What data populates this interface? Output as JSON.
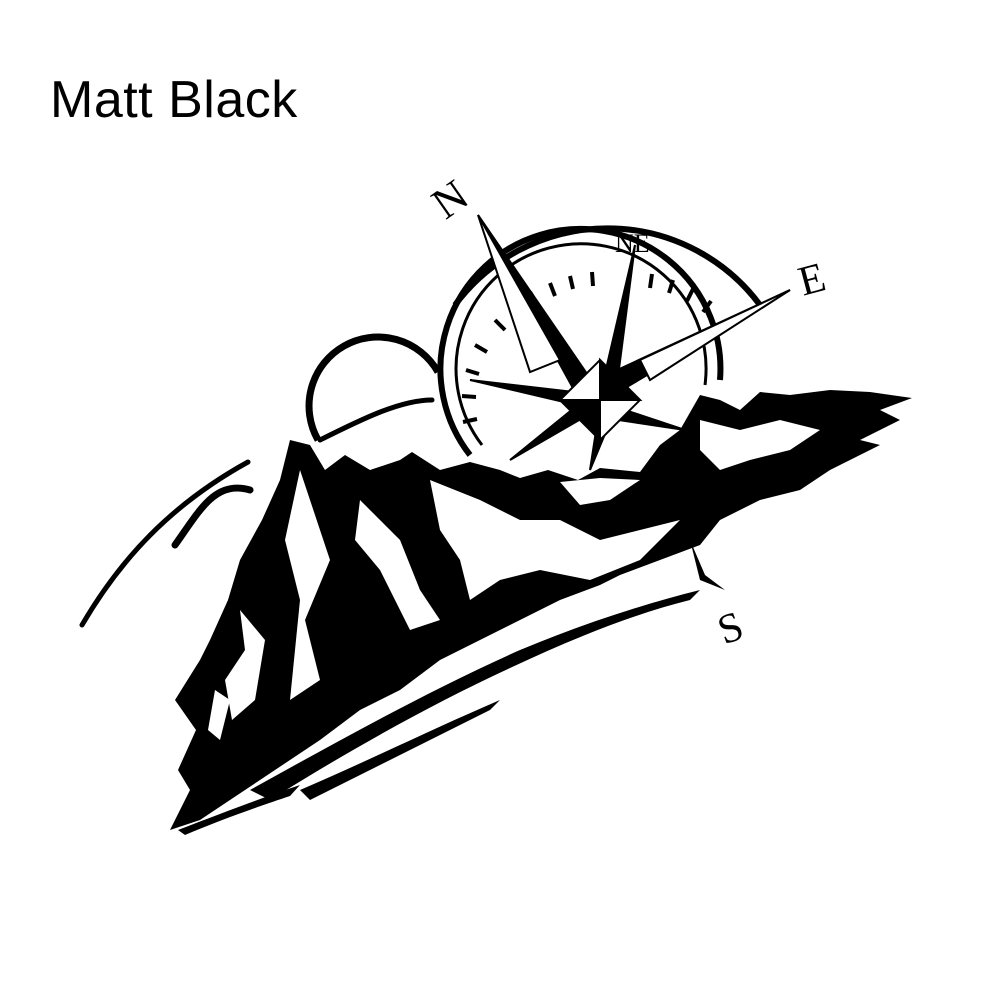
{
  "title": "Matt Black",
  "art": {
    "subject": "compass rose over mountain range decal",
    "color": "#000000",
    "compass_labels": {
      "north": "N",
      "northeast": "NE",
      "east": "E",
      "south": "S"
    }
  }
}
